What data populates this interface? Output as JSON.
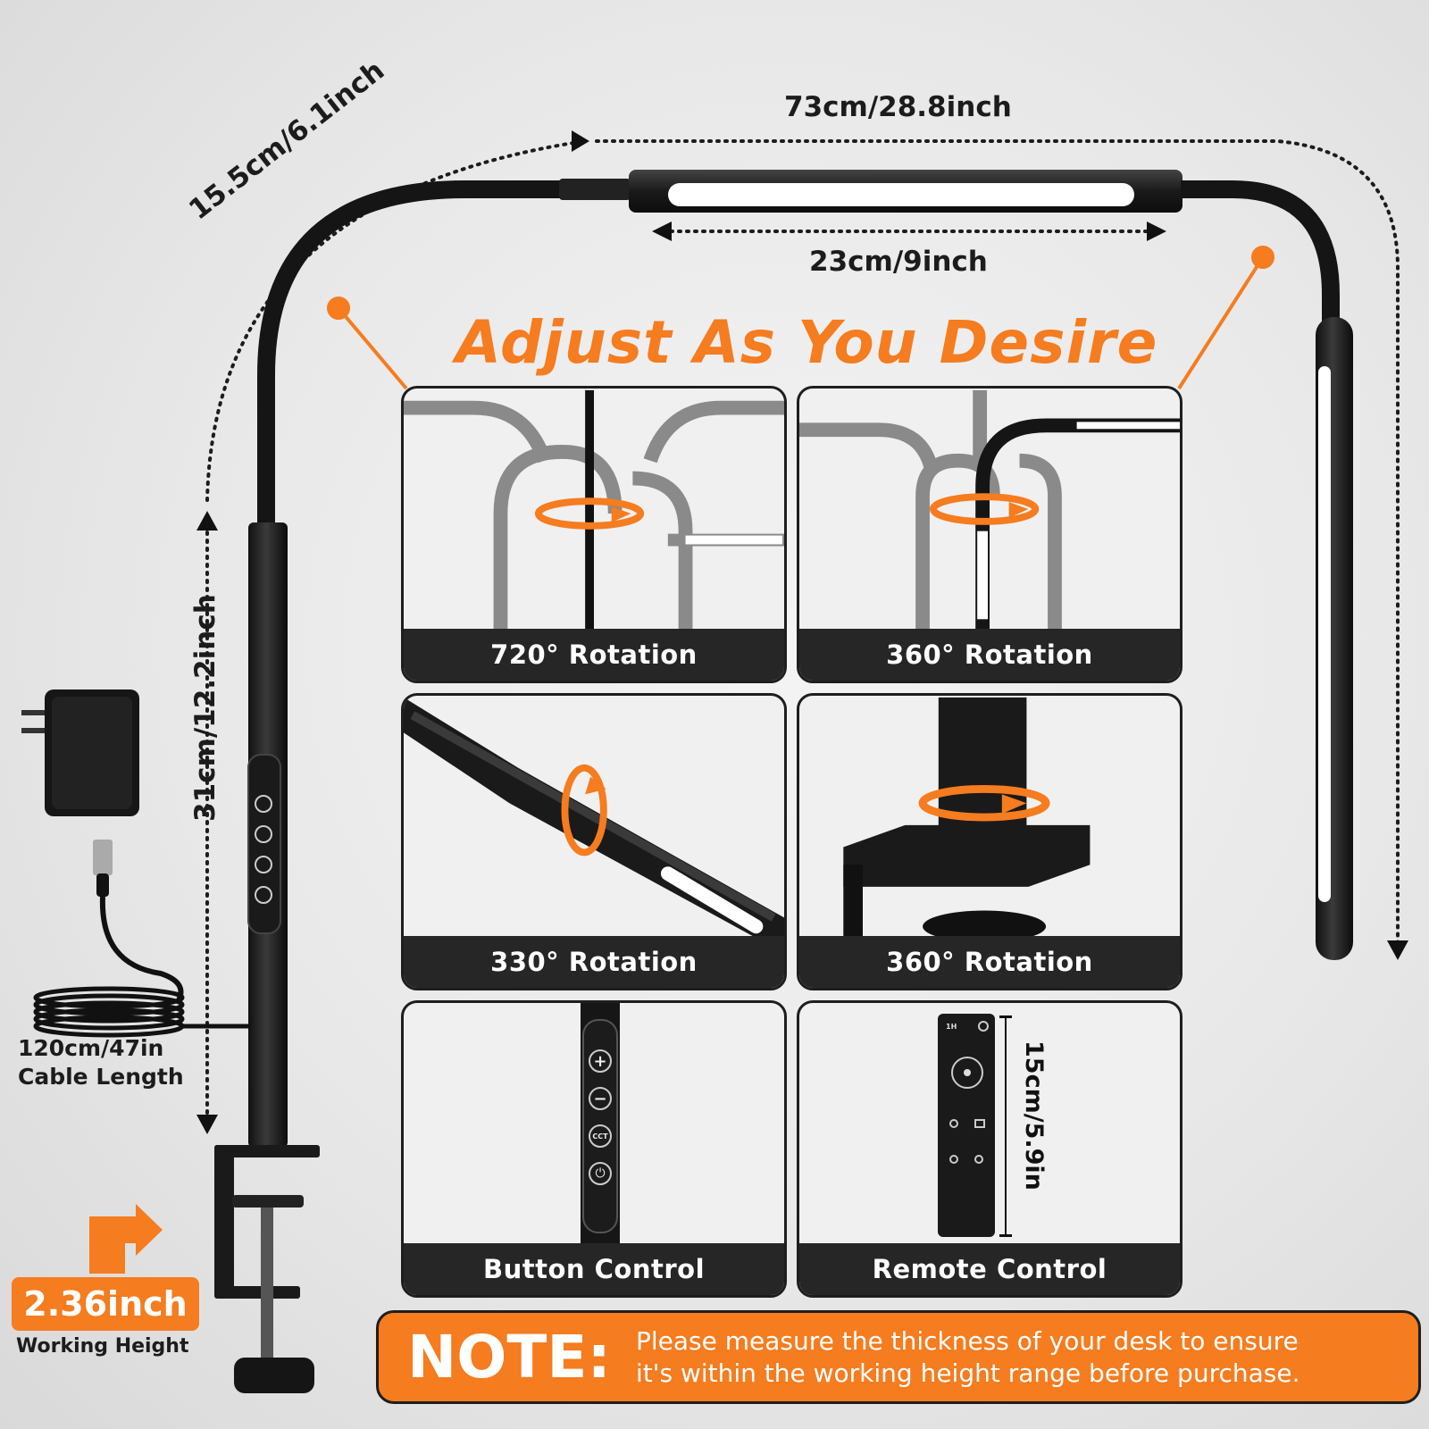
{
  "dimensions": {
    "total_width": "73cm/28.8inch",
    "bar_length": "23cm/9inch",
    "arc_length": "15.5cm/6.1inch",
    "pole_height": "31cm/12.2inch"
  },
  "headline": "Adjust As You Desire",
  "features": [
    {
      "label": "720° Rotation"
    },
    {
      "label": "360° Rotation"
    },
    {
      "label": "330° Rotation"
    },
    {
      "label": "360° Rotation"
    },
    {
      "label": "Button Control"
    },
    {
      "label": "Remote Control"
    }
  ],
  "remote_size": "15cm/5.9in",
  "buttons": {
    "plus": "+",
    "minus": "−",
    "cct": "CCT",
    "power": "⏻"
  },
  "remote_buttons": {
    "timer": "1H"
  },
  "cable": {
    "length": "120cm/47in",
    "label": "Cable Length"
  },
  "working_height": {
    "value": "2.36inch",
    "label": "Working Height"
  },
  "note": {
    "title": "NOTE:",
    "line1": "Please measure the thickness of your desk to ensure",
    "line2": "it's within the working height range before purchase."
  },
  "colors": {
    "accent": "#f57c1f",
    "dark": "#1e1e1e",
    "caption_bg": "#262626"
  }
}
